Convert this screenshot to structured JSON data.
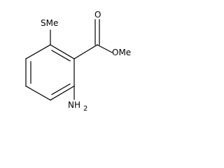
{
  "molecule": {
    "labels": {
      "methylthio": "SMe",
      "carbonyl_oxygen": "O",
      "ester_methoxy": "OMe",
      "amino_symbol": "NH",
      "amino_count": "2"
    },
    "colors": {
      "ink": "#000000",
      "background": "#ffffff"
    }
  }
}
